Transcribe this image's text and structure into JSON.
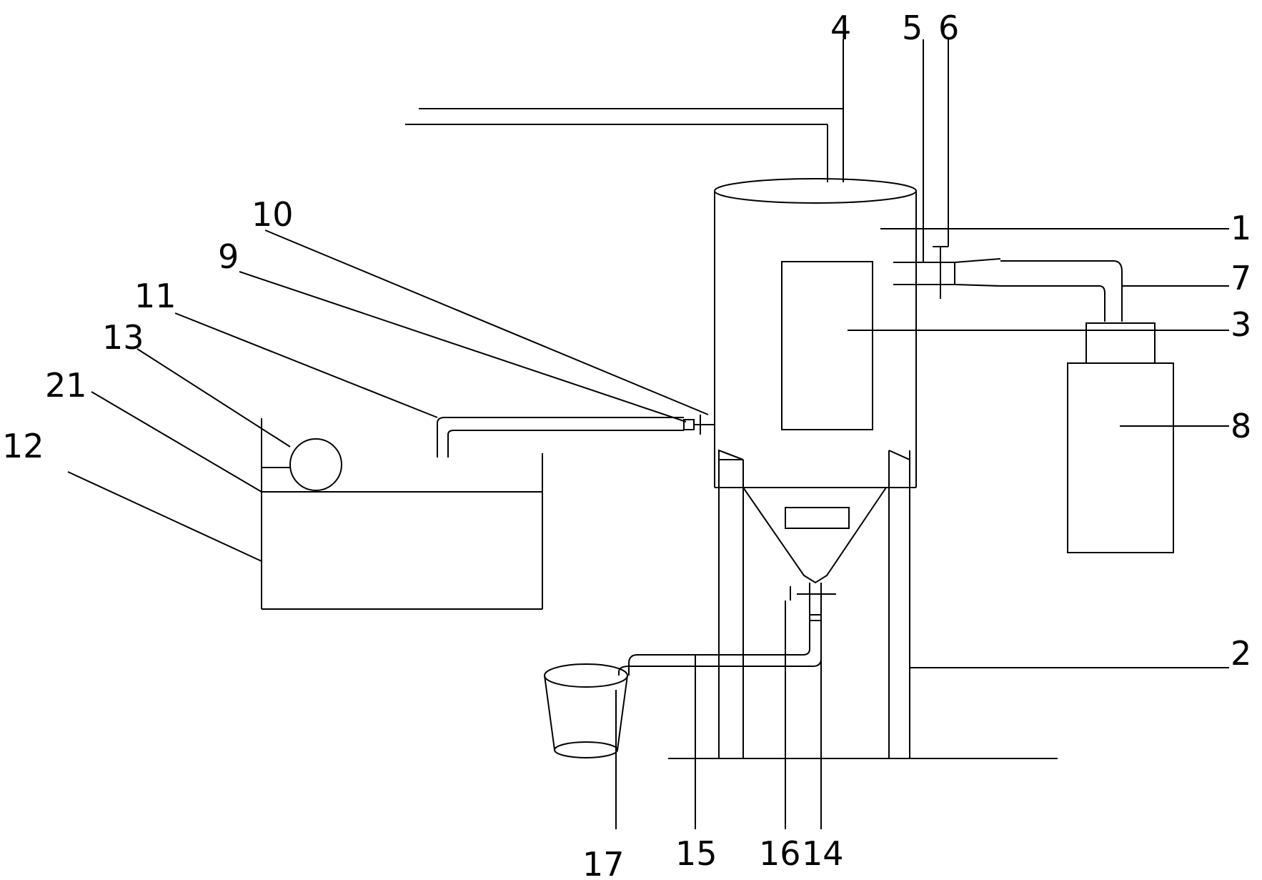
{
  "labels": {
    "l1": "1",
    "l2": "2",
    "l3": "3",
    "l4": "4",
    "l5": "5",
    "l6": "6",
    "l7": "7",
    "l8": "8",
    "l9": "9",
    "l10": "10",
    "l11": "11",
    "l12": "12",
    "l13": "13",
    "l14": "14",
    "l15": "15",
    "l16": "16",
    "l17": "17",
    "l21": "21"
  },
  "colors": {
    "stroke": "#000000",
    "background": "#ffffff"
  }
}
